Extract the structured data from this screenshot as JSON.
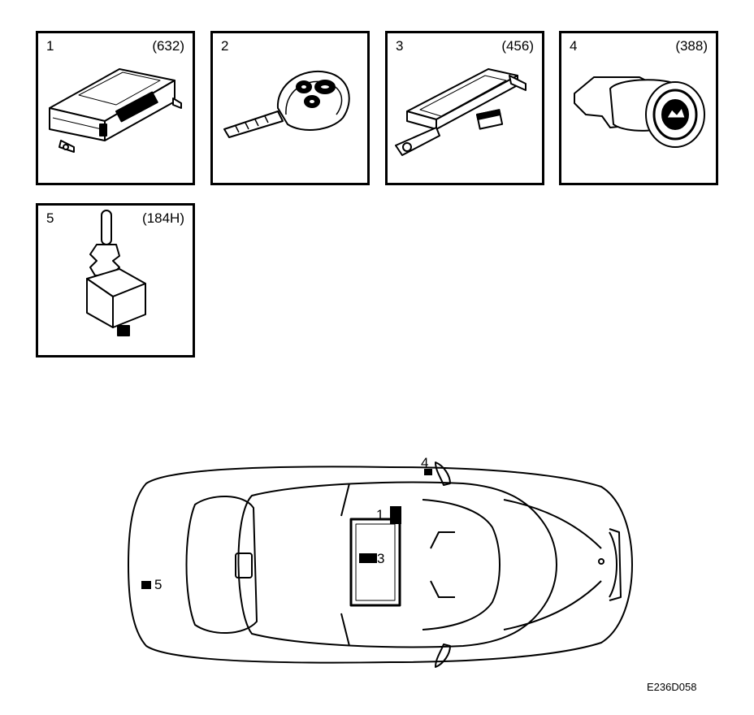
{
  "panels": [
    {
      "number": "1",
      "code": "(632)",
      "icon": "control-module-icon"
    },
    {
      "number": "2",
      "code": "",
      "icon": "remote-key-icon"
    },
    {
      "number": "3",
      "code": "(456)",
      "icon": "antenna-module-icon"
    },
    {
      "number": "4",
      "code": "(388)",
      "icon": "ignition-switch-icon"
    },
    {
      "number": "5",
      "code": "(184H)",
      "icon": "lock-actuator-icon"
    }
  ],
  "callouts": [
    "1",
    "3",
    "4",
    "5"
  ],
  "figure_ref": "E236D058"
}
